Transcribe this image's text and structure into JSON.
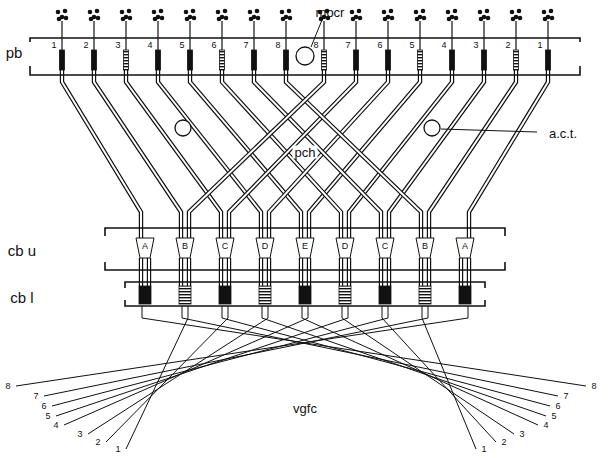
{
  "diagram": {
    "labels": [
      "mocr",
      "pb",
      "1",
      "2",
      "3",
      "4",
      "5",
      "6",
      "7",
      "8",
      "8",
      "7",
      "6",
      "5",
      "4",
      "3",
      "2",
      "1",
      "a.c.t.",
      "pch",
      "cb u",
      "A",
      "B",
      "C",
      "D",
      "E",
      "D",
      "C",
      "B",
      "A",
      "cb l",
      "8",
      "7",
      "6",
      "5",
      "4",
      "3",
      "2",
      "1",
      "vgfc",
      "8",
      "7",
      "6",
      "5",
      "4",
      "3",
      "2",
      "1"
    ]
  }
}
